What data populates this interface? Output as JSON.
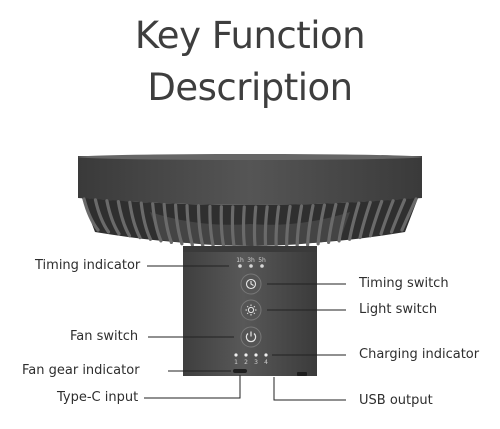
{
  "title": {
    "line1": "Key Function",
    "line2": "Description"
  },
  "timer_marks": [
    "1h",
    "3h",
    "5h"
  ],
  "gear_marks": [
    "1",
    "2",
    "3",
    "4"
  ],
  "labels": {
    "timing_indicator": "Timing indicator",
    "fan_switch": "Fan switch",
    "fan_gear_indicator": "Fan gear indicator",
    "type_c_input": "Type-C input",
    "timing_switch": "Timing switch",
    "light_switch": "Light switch",
    "charging_indicator": "Charging indicator",
    "usb_output": "USB output"
  },
  "colors": {
    "body": "#4a4a4a",
    "fan_rim": "#3c3c3c",
    "leader_line": "#222222",
    "text": "#2e2e2e"
  },
  "icons": [
    "clock-icon",
    "sun-icon",
    "power-icon"
  ]
}
